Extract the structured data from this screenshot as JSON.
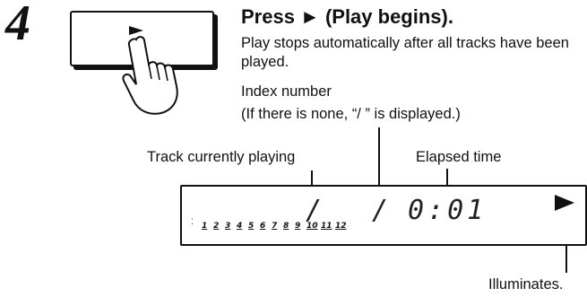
{
  "step": {
    "number": "4"
  },
  "heading": "Press ► (Play begins).",
  "description": "Play stops automatically after all tracks have been played.",
  "labels": {
    "index_number": "Index number",
    "index_note": "(If there is none, “/ ” is displayed.)",
    "track_playing": "Track currently playing",
    "elapsed_time": "Elapsed time",
    "illuminates": "Illuminates."
  },
  "display": {
    "track_digit": "/",
    "index_digit": "/",
    "time": "0:01",
    "track_numbers": [
      "1",
      "2",
      "3",
      "4",
      "5",
      "6",
      "7",
      "8",
      "9",
      "10",
      "11",
      "12"
    ]
  },
  "icons": {
    "button": "play-icon",
    "hand": "pointing-hand-icon",
    "display_arrow": "play-indicator-icon"
  }
}
